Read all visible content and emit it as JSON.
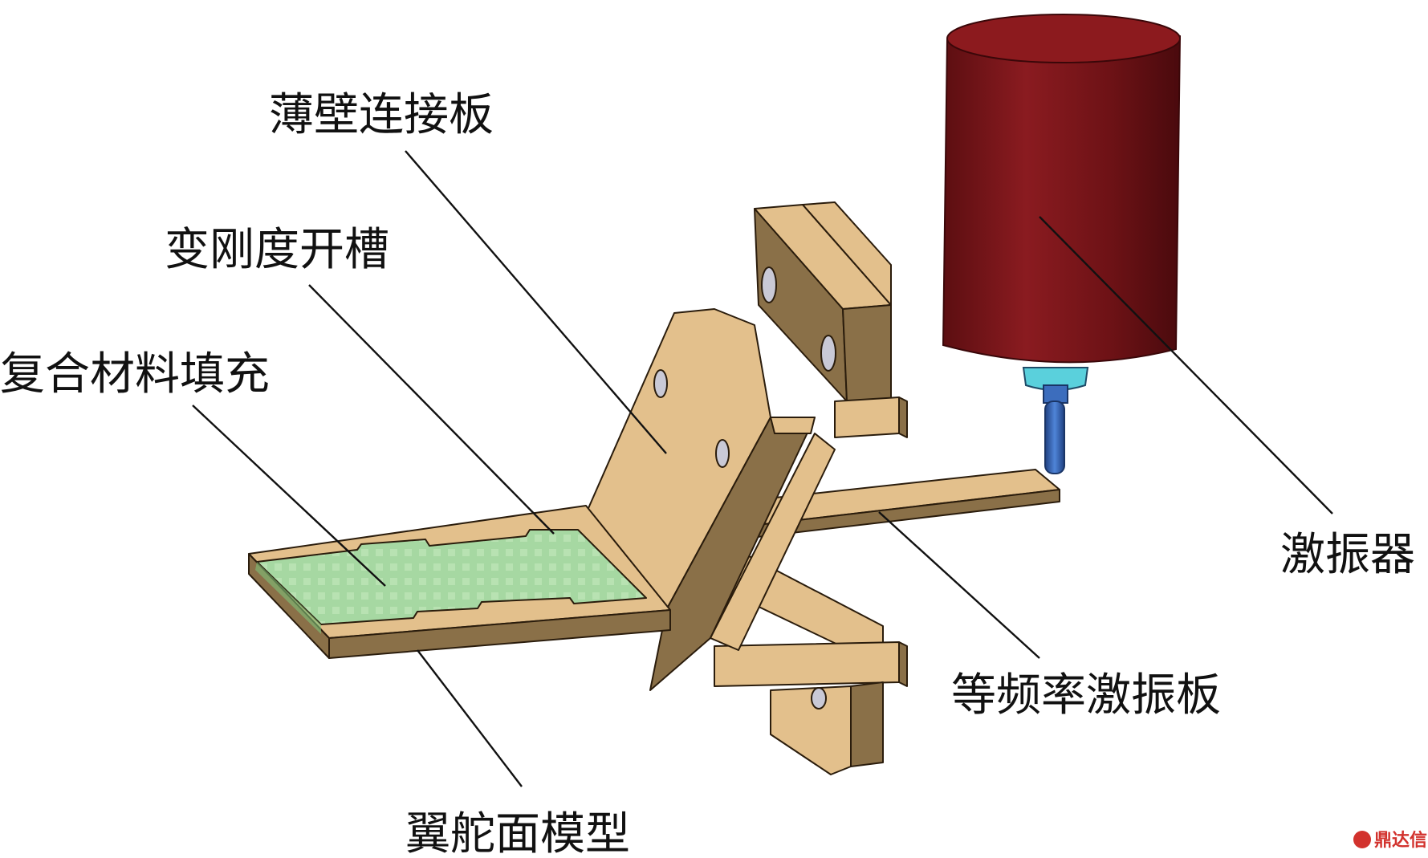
{
  "labels": {
    "thin_wall_plate": "薄壁连接板",
    "variable_stiffness_slot": "变刚度开槽",
    "composite_filling": "复合材料填充",
    "rudder_surface_model": "翼舵面模型",
    "equal_frequency_exciter_plate": "等频率激振板",
    "exciter": "激振器"
  },
  "watermark": {
    "text": "鼎达信"
  },
  "colors": {
    "wood_face": "#e3c08c",
    "wood_side": "#8a7048",
    "wood_dark": "#6e5632",
    "composite_green": "#a6d8a2",
    "exciter_red": "#7a1418",
    "exciter_top": "#8c1a1e",
    "probe_cyan": "#5ad0dc",
    "probe_blue": "#2f5fae",
    "watermark_red": "#d2322d"
  }
}
